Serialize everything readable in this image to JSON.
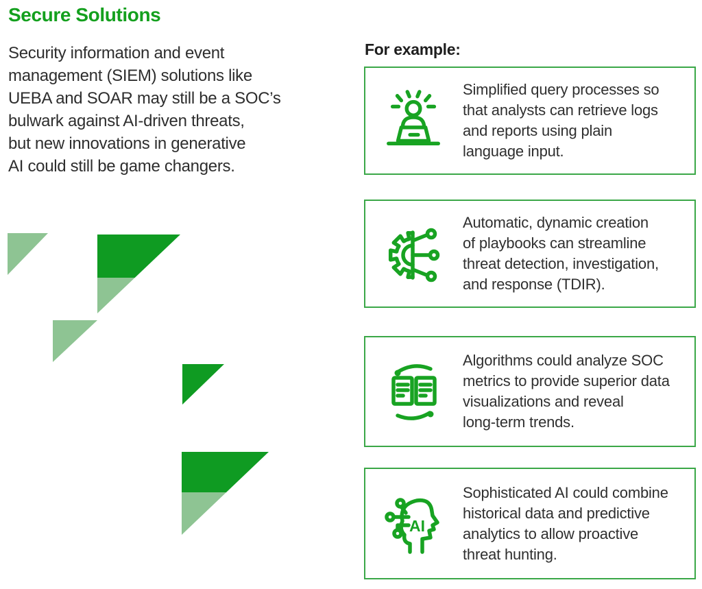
{
  "title": "Secure Solutions",
  "intro": {
    "lines": [
      "Security information and event",
      "management (SIEM) solutions like",
      "UEBA and SOAR may still be a SOC’s",
      "bulwark against AI-driven threats,",
      "but new innovations in generative",
      "AI could still be game changers."
    ]
  },
  "examples_heading": "For example:",
  "boxes": [
    {
      "icon": "analyst-laptop-icon",
      "lines": [
        "Simplified query processes so",
        "that analysts can retrieve logs",
        "and reports using plain",
        "language input."
      ]
    },
    {
      "icon": "gear-circuit-icon",
      "lines": [
        "Automatic, dynamic creation",
        "of playbooks can streamline",
        "threat detection, investigation,",
        "and response (TDIR)."
      ]
    },
    {
      "icon": "documents-sync-icon",
      "lines": [
        "Algorithms could analyze SOC",
        "metrics to provide superior data",
        "visualizations and reveal",
        "long-term trends."
      ]
    },
    {
      "icon": "ai-head-icon",
      "icon_text": "AI",
      "lines": [
        "Sophisticated AI could combine",
        "historical data and predictive",
        "analytics to allow proactive",
        "threat hunting."
      ]
    }
  ],
  "colors": {
    "title_green": "#14a01e",
    "triangle_dark": "#0f9b22",
    "triangle_light": "#8ec493",
    "border_green": "#3aa747",
    "icon_green": "#18a322",
    "heading_text": "#1e1e1e",
    "body_text": "#2e2e2e",
    "box_text": "#2f2f2f"
  }
}
